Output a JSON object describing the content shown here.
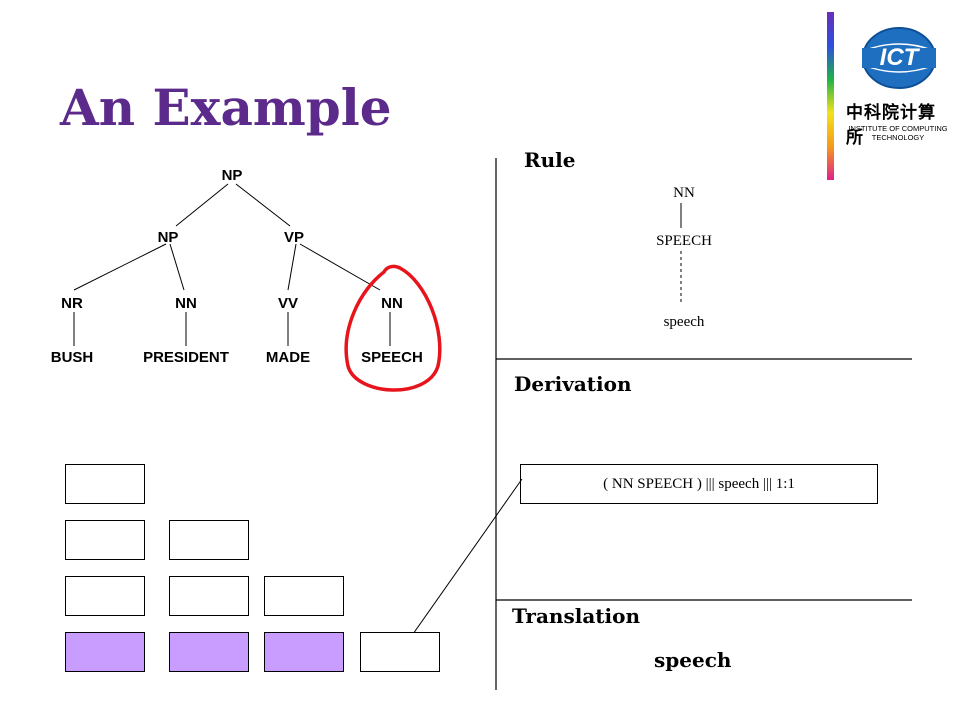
{
  "title": "An Example",
  "tree": {
    "root": "NP",
    "level1": [
      "NP",
      "VP"
    ],
    "level2": [
      "NR",
      "NN",
      "VV",
      "NN"
    ],
    "leaves": [
      "BUSH",
      "PRESIDENT",
      "MADE",
      "SPEECH"
    ],
    "highlight_color": "#e8141b"
  },
  "rule": {
    "heading": "Rule",
    "top": "NN",
    "middle": "SPEECH",
    "bottom": "speech"
  },
  "derivation": {
    "heading": "Derivation",
    "text": "( NN SPEECH ) ||| speech ||| 1:1"
  },
  "translation": {
    "heading": "Translation",
    "value": "speech"
  },
  "logo": {
    "mark": "ICT",
    "chinese": "中科院计算所",
    "english_line1": "INSTITUTE OF COMPUTING",
    "english_line2": "TECHNOLOGY"
  },
  "colors": {
    "title": "#5b2a8a",
    "cell_fill": "#c99cff",
    "logo_blue": "#1e6fc0"
  }
}
